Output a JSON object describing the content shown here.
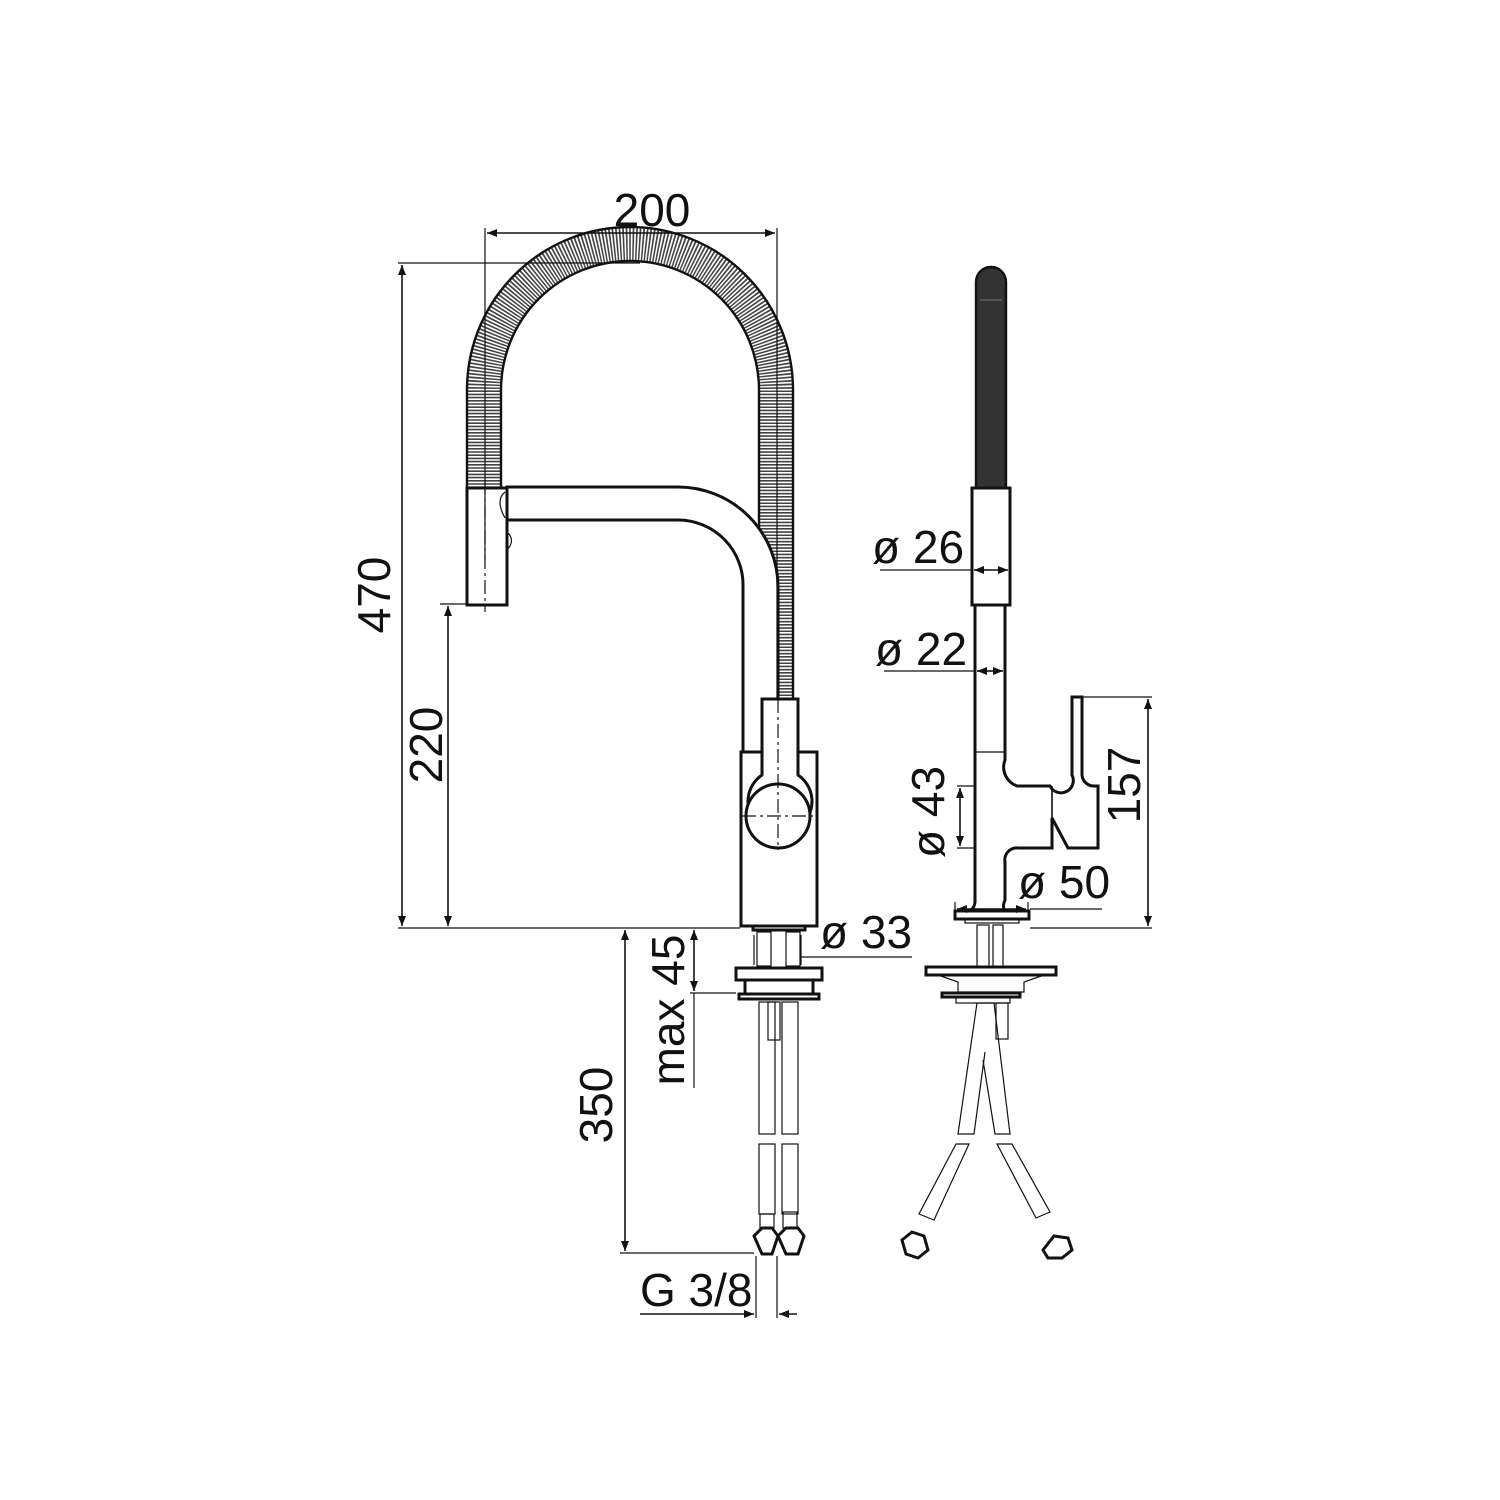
{
  "drawing": {
    "subject": "Kitchen mixer tap with flexible spring spout",
    "views": [
      "front-view",
      "side-view"
    ],
    "line_color": "#111111",
    "background": "#ffffff"
  },
  "dimensions": {
    "overall_width": "200",
    "overall_height": "470",
    "spout_height": "220",
    "max_deck_thickness": "max 45",
    "hose_length": "350",
    "connection": "G 3/8",
    "base_diameter_front": "ø 33",
    "spout_tip_diameter": "ø 26",
    "spout_tube_diameter": "ø 22",
    "body_diameter": "ø 43",
    "base_diameter_side": "ø 50",
    "handle_height": "157"
  }
}
